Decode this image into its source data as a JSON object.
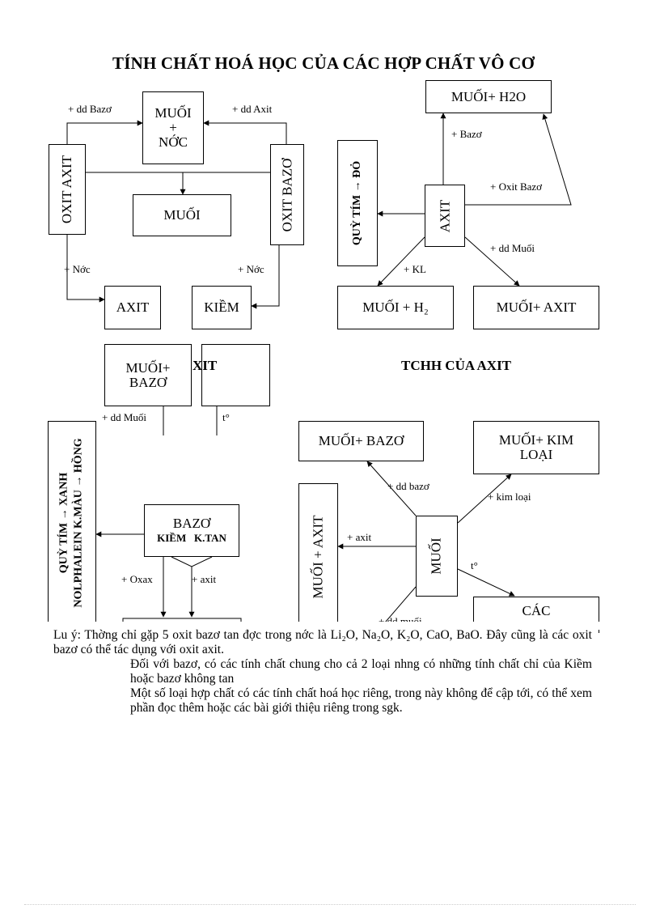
{
  "title": "TÍNH CHẤT HOÁ HỌC CỦA CÁC HỢP CHẤT VÔ CƠ",
  "oxide_diagram": {
    "boxes": {
      "muoi_nuoc": [
        "MUỐI",
        "+",
        "NỚC"
      ],
      "oxit_axit": "OXIT AXIT",
      "oxit_bazo": "OXIT BAZƠ",
      "muoi": "MUỐI",
      "axit": "AXIT",
      "kiem": "KIỀM"
    },
    "labels": {
      "dd_bazo": "+ dd Bazơ",
      "dd_axit": "+ dd Axit",
      "nuoc_left": "+ Nớc",
      "nuoc_right": "+ Nớc"
    }
  },
  "acid_diagram": {
    "title": "TCHH CỦA AXIT",
    "boxes": {
      "muoi_h2o": "MUỐI+ H2O",
      "quy_tim": "QUỲ TÍM → ĐỎ",
      "axit": "AXIT",
      "muoi_h2": "MUỐI + H₂",
      "muoi_axit": "MUỐI+ AXIT"
    },
    "labels": {
      "bazo": "+ Bazơ",
      "oxit_bazo": "+ Oxit Bazơ",
      "dd_muoi": "+ dd Muối",
      "kl": "+ KL"
    }
  },
  "base_diagram": {
    "boxes": {
      "muoi_bazo": [
        "MUỐI+",
        "BAZƠ"
      ],
      "oxit_partial": "XIT",
      "indicators": [
        "QUỲ TÍM → XANH",
        "NOLPHALEIN K.MÀU → HỒNG"
      ],
      "bazo": "BAZƠ",
      "bazo_sub": "KIỀM   K.TAN"
    },
    "labels": {
      "dd_muoi": "+ dd Muối",
      "t0": "t°",
      "oxax": "+ Oxax",
      "axit": "+ axit"
    }
  },
  "salt_diagram": {
    "boxes": {
      "muoi_bazo": "MUỐI+ BAZƠ",
      "muoi_kim_loai": [
        "MUỐI+ KIM",
        "LOẠI"
      ],
      "muoi_axit": "MUỐI + AXIT",
      "muoi": "MUỐI",
      "cac": "CÁC"
    },
    "labels": {
      "dd_bazo": "+ dd bazơ",
      "kim_loai": "+ kim loại",
      "axit": "+ axit",
      "t0": "t°",
      "dd_muoi": "+ dd muối"
    }
  },
  "note": {
    "p1": "Lu    ý:          Thờng   chỉ gặp 5 oxit bazơ tan đợc   trong nớc   là Li₂O, Na₂O, K₂O, CaO, BaO. Đây cũng là các oxit bazơ có thể tác dụng với oxit axit.",
    "p2": "Đối với bazơ, có các tính chất chung cho cả 2 loại nhng   có những tính chất chỉ của Kiềm hoặc bazơ không tan",
    "p3": "Một số loại hợp chất có các tính chất hoá học riêng, trong này không để cập tới, có thể xem phần đọc thêm hoặc các bài giới thiệu riêng trong sgk."
  }
}
